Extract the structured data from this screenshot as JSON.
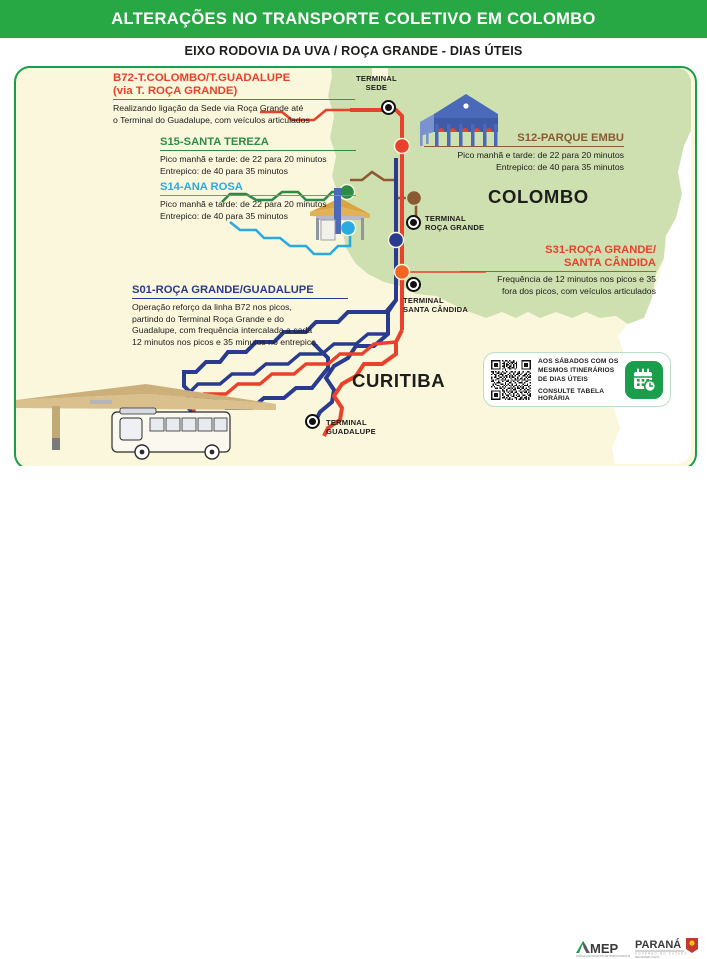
{
  "header": {
    "title": "ALTERAÇÕES NO TRANSPORTE COLETIVO EM COLOMBO",
    "subtitle": "EIXO RODOVIA DA UVA / ROÇA GRANDE - DIAS ÚTEIS",
    "bar_color": "#28a745"
  },
  "card": {
    "background": "#faf7dc",
    "border_color": "#1b9e4b",
    "municipality_fill": "#cfe0b0"
  },
  "routes": [
    {
      "id": "b72",
      "title_line1": "B72-T.COLOMBO/T.GUADALUPE",
      "title_line2": "(via T. ROÇA GRANDE)",
      "color": "#e8412c",
      "body_line1": "Realizando ligação da Sede via Roça Grande até",
      "body_line2": "o Terminal do Guadalupe, com veículos articulados"
    },
    {
      "id": "s15",
      "title_line1": "S15-SANTA TEREZA",
      "color": "#2e8b46",
      "body_line1": "Pico manhã e tarde: de 22 para 20 minutos",
      "body_line2": "Entrepico: de 40 para 35 minutos"
    },
    {
      "id": "s14",
      "title_line1": "S14-ANA ROSA",
      "color": "#29aae1",
      "body_line1": "Pico manhã e tarde: de 22 para 20 minutos",
      "body_line2": "Entrepico: de 40 para 35 minutos"
    },
    {
      "id": "s01",
      "title_line1": "S01-ROÇA GRANDE/GUADALUPE",
      "color": "#2a3b8f",
      "body_line1": "Operação reforço da linha B72 nos picos,",
      "body_line2": "partindo do Terminal Roça Grande e do",
      "body_line3": "Guadalupe, com frequência intercalada a cada",
      "body_line4": "12 minutos nos picos e 35 minutos no entrepico."
    },
    {
      "id": "s12",
      "title_line1": "S12-PARQUE EMBU",
      "color": "#8a5a32",
      "body_line1": "Pico manhã e tarde: de 22 para 20 minutos",
      "body_line2": "Entrepico: de 40 para 35 minutos"
    },
    {
      "id": "s31",
      "title_line1": "S31-ROÇA GRANDE/",
      "title_line2": "SANTA CÂNDIDA",
      "color": "#e8412c",
      "body_line1": "Frequência de 12 minutos nos picos e 35",
      "body_line2": "fora dos picos, com veículos articulados"
    }
  ],
  "cities": [
    {
      "name": "COLOMBO"
    },
    {
      "name": "CURITIBA"
    }
  ],
  "terminals": [
    {
      "id": "sede",
      "line1": "TERMINAL",
      "line2": "SEDE"
    },
    {
      "id": "roca-grande",
      "line1": "TERMINAL",
      "line2": "ROÇA GRANDE"
    },
    {
      "id": "santa-candida",
      "line1": "TERMINAL",
      "line2": "SANTA CÂNDIDA"
    },
    {
      "id": "guadalupe",
      "line1": "TERMINAL",
      "line2": "GUADALUPE"
    }
  ],
  "qr_banner": {
    "line1": "AOS SÁBADOS COM OS",
    "line2": "MESMOS ITINERÁRIOS",
    "line3": "DE DIAS ÚTEIS",
    "line4": "CONSULTE TABELA HORÁRIA",
    "badge_color": "#1b9e4b"
  },
  "footer": {
    "amep_text": "MEP",
    "amep_sub": "AGÊNCIA DE ASSUNTOS METROPOLITANOS DO PARANÁ",
    "parana_text": "PARANÁ",
    "parana_sub": "GOVERNO DO ESTADO",
    "parana_sub2": "SEGURANDO O ALTO"
  }
}
